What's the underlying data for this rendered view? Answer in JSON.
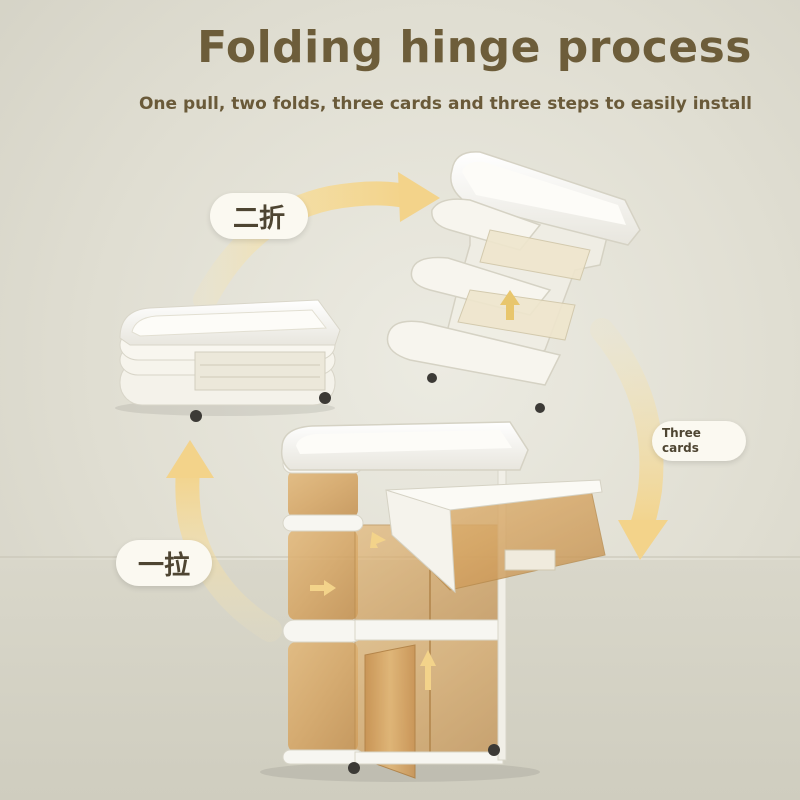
{
  "header": {
    "title": "Folding hinge process",
    "subtitle": "One pull, two folds, three cards and three steps to easily install"
  },
  "steps": {
    "pull_label": "一拉",
    "fold_label": "二折",
    "cards_label": "Three cards"
  },
  "colors": {
    "title": "#6d5d3a",
    "arrow": "#f3d99a",
    "amber_panel": "#d8a865",
    "frame": "#f7f6f1"
  },
  "icons": {
    "cycle_arrows": "curved-arrow-icon",
    "push_arrows": "arrow-icon"
  }
}
